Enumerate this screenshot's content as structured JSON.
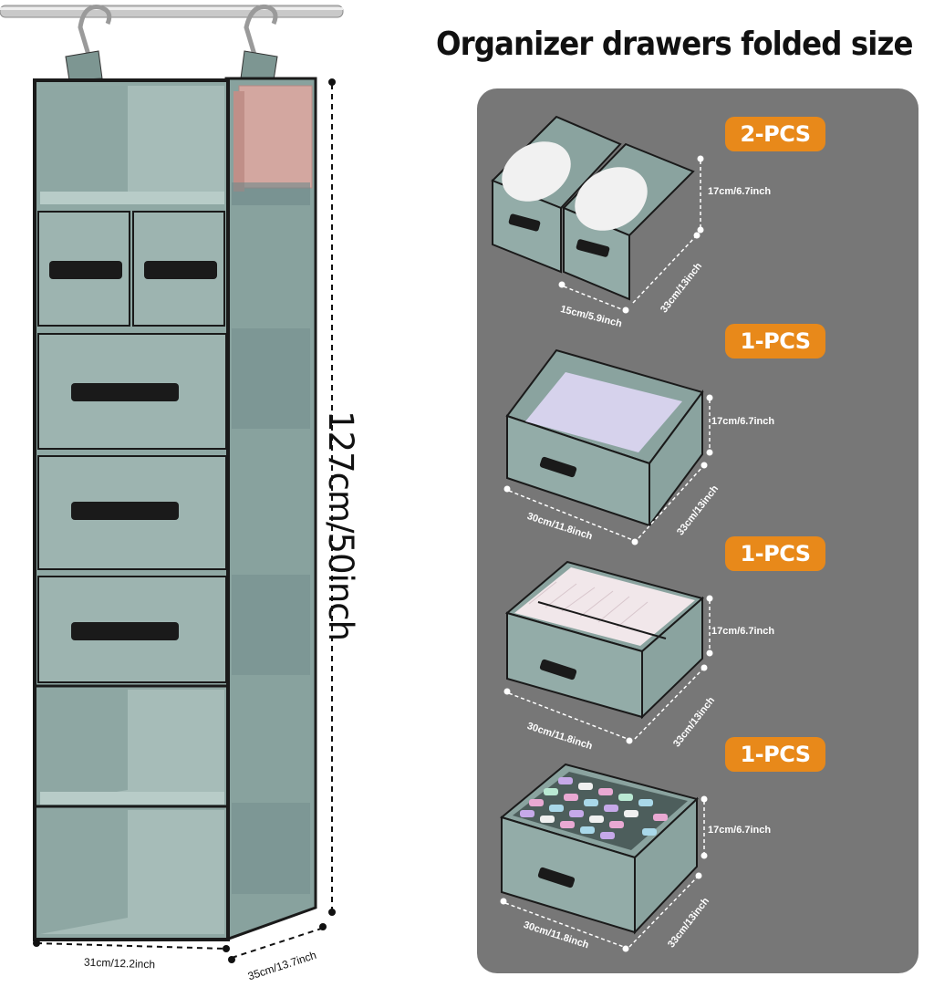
{
  "title": "Organizer drawers folded size",
  "organizer": {
    "height": "127cm/50inch",
    "width": "31cm/12.2inch",
    "depth": "35cm/13.7inch"
  },
  "drawers": [
    {
      "count": "2-PCS",
      "height": "17cm/6.7inch",
      "width": "15cm/5.9inch",
      "depth": "33cm/13inch"
    },
    {
      "count": "1-PCS",
      "height": "17cm/6.7inch",
      "width": "30cm/11.8inch",
      "depth": "33cm/13inch"
    },
    {
      "count": "1-PCS",
      "height": "17cm/6.7inch",
      "width": "30cm/11.8inch",
      "depth": "33cm/13inch"
    },
    {
      "count": "1-PCS",
      "height": "17cm/6.7inch",
      "width": "30cm/11.8inch",
      "depth": "33cm/13inch"
    }
  ],
  "colors": {
    "fabric": "#93aca8",
    "fabric_dark": "#7d9692",
    "trim": "#1a1a1a",
    "badge": "#e8891a",
    "panel": "#777777"
  }
}
